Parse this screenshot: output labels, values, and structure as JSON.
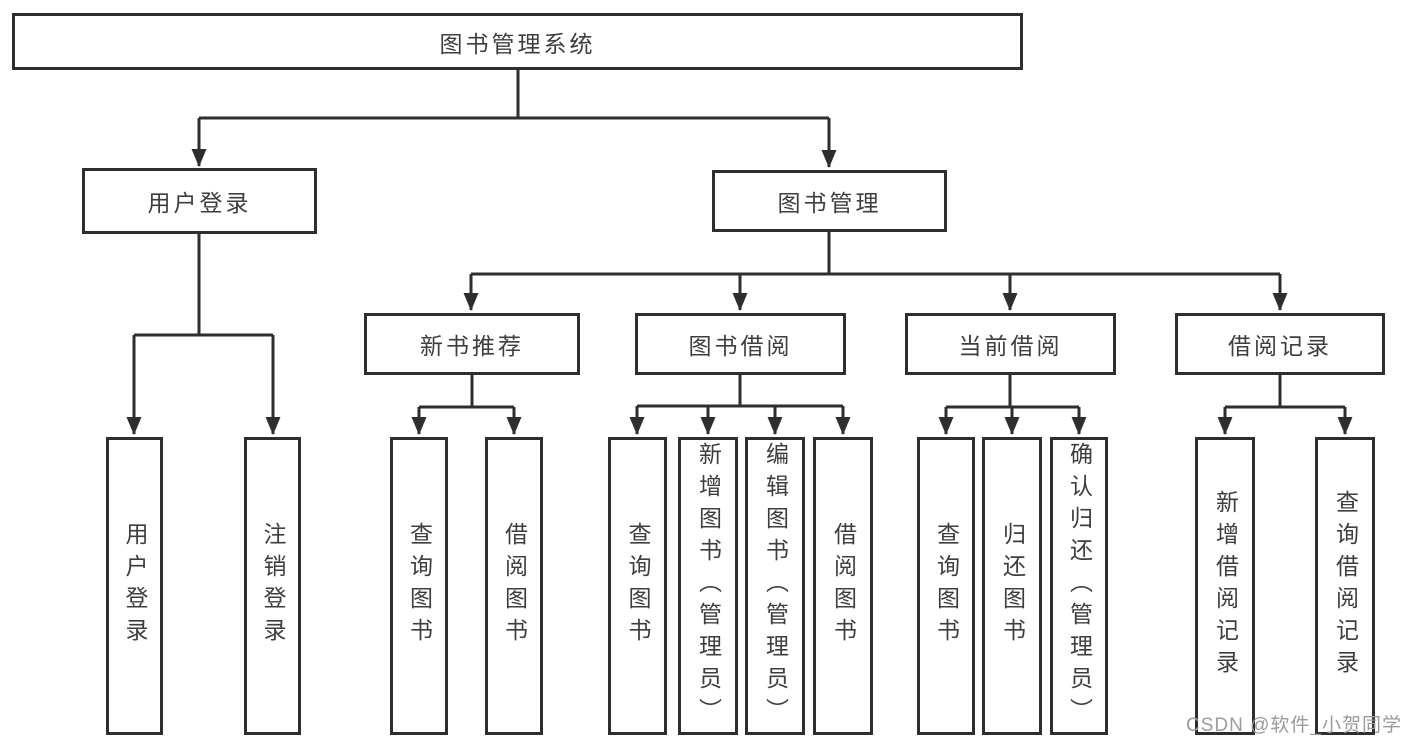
{
  "diagram": {
    "root": "图书管理系统",
    "level2": [
      {
        "label": "用户登录",
        "children": [
          "用户登录",
          "注销登录"
        ]
      },
      {
        "label": "图书管理",
        "children": [
          {
            "label": "新书推荐",
            "children": [
              "查询图书",
              "借阅图书"
            ]
          },
          {
            "label": "图书借阅",
            "children": [
              "查询图书",
              "新增图书（管理员）",
              "编辑图书（管理员）",
              "借阅图书"
            ]
          },
          {
            "label": "当前借阅",
            "children": [
              "查询图书",
              "归还图书",
              "确认归还（管理员）"
            ]
          },
          {
            "label": "借阅记录",
            "children": [
              "新增借阅记录",
              "查询借阅记录"
            ]
          }
        ]
      }
    ]
  },
  "watermark": "CSDN @软件_小贺同学",
  "colors": {
    "line": "#2e2e2e",
    "border": "#2e2e2e",
    "text": "#3e3e3e",
    "watermark": "#9b9b9b",
    "background": "#ffffff"
  }
}
